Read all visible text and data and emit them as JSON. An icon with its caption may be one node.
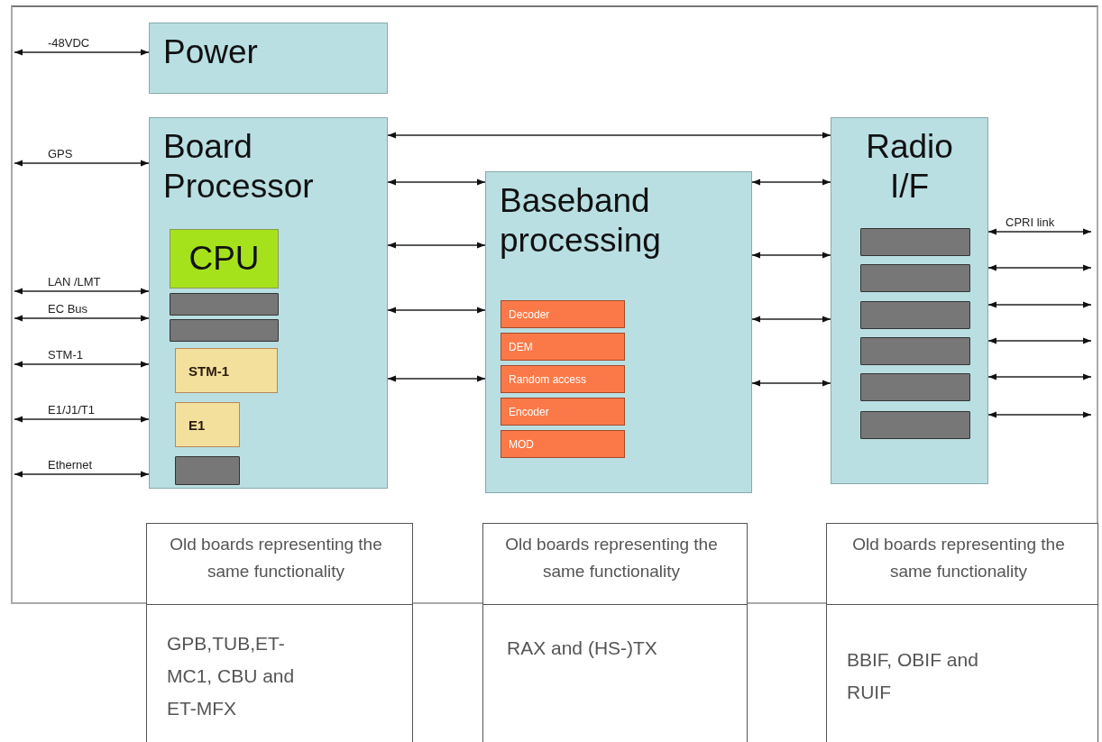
{
  "diagram": {
    "nodes": [
      {
        "text": [
          "Power"
        ]
      },
      {
        "text": [
          "Board Processor"
        ]
      },
      {
        "text": [
          "CPU"
        ],
        "in": 1
      },
      {
        "text": [],
        "shape": "bar",
        "in": 1
      },
      {
        "text": [],
        "shape": "bar",
        "in": 1
      },
      {
        "text": [
          "STM-1"
        ],
        "in": 1
      },
      {
        "text": [
          "E1"
        ],
        "in": 1
      },
      {
        "text": [],
        "shape": "bar",
        "in": 1
      },
      {
        "text": [
          "Baseband processing"
        ]
      },
      {
        "text": [
          "Decoder"
        ],
        "in": 8
      },
      {
        "text": [
          "DEM"
        ],
        "in": 8
      },
      {
        "text": [
          "Random access"
        ],
        "in": 8
      },
      {
        "text": [
          "Encoder"
        ],
        "in": 8
      },
      {
        "text": [
          "MOD"
        ],
        "in": 8
      },
      {
        "text": [
          "Radio I/F"
        ]
      },
      {
        "text": [],
        "shape": "bar",
        "in": 14
      },
      {
        "text": [],
        "shape": "bar",
        "in": 14
      },
      {
        "text": [],
        "shape": "bar",
        "in": 14
      },
      {
        "text": [],
        "shape": "bar",
        "in": 14
      },
      {
        "text": [],
        "shape": "bar",
        "in": 14
      },
      {
        "text": [],
        "shape": "bar",
        "in": 14
      },
      {
        "text": [
          "Old boards representing the same functionality"
        ]
      },
      {
        "text": [
          "Old boards representing the same functionality"
        ]
      },
      {
        "text": [
          "Old boards representing the same functionality"
        ]
      },
      {
        "text": [
          "GPB,TUB,ET-MC1, CBU and  ET-MFX"
        ]
      },
      {
        "text": [
          "RAX and (HS-)TX"
        ]
      },
      {
        "text": [
          "BBIF, OBIF and RUIF"
        ]
      }
    ],
    "edges": [
      {
        "from": null,
        "to": 0,
        "arrow": "both",
        "label": "-48VDC"
      },
      {
        "from": null,
        "to": 1,
        "arrow": "both",
        "label": "GPS"
      },
      {
        "from": null,
        "to": 1,
        "arrow": "both",
        "label": "LAN /LMT"
      },
      {
        "from": null,
        "to": 1,
        "arrow": "both",
        "label": "EC Bus"
      },
      {
        "from": null,
        "to": 1,
        "arrow": "both",
        "label": "STM-1"
      },
      {
        "from": null,
        "to": 1,
        "arrow": "both",
        "label": "E1/J1/T1"
      },
      {
        "from": null,
        "to": 1,
        "arrow": "both",
        "label": "Ethernet"
      },
      {
        "from": 1,
        "to": 14,
        "arrow": "both"
      },
      {
        "from": 1,
        "to": 8,
        "arrow": "both"
      },
      {
        "from": 1,
        "to": 8,
        "arrow": "both"
      },
      {
        "from": 1,
        "to": 8,
        "arrow": "both"
      },
      {
        "from": 1,
        "to": 8,
        "arrow": "both"
      },
      {
        "from": 8,
        "to": 14,
        "arrow": "both"
      },
      {
        "from": 8,
        "to": 14,
        "arrow": "both"
      },
      {
        "from": 8,
        "to": 14,
        "arrow": "both"
      },
      {
        "from": 8,
        "to": 14,
        "arrow": "both"
      },
      {
        "from": 14,
        "to": null,
        "arrow": "both",
        "label": "CPRI link"
      },
      {
        "from": 14,
        "to": null,
        "arrow": "both"
      },
      {
        "from": 14,
        "to": null,
        "arrow": "both"
      },
      {
        "from": 14,
        "to": null,
        "arrow": "both"
      },
      {
        "from": 14,
        "to": null,
        "arrow": "both"
      },
      {
        "from": 14,
        "to": null,
        "arrow": "both"
      }
    ]
  }
}
